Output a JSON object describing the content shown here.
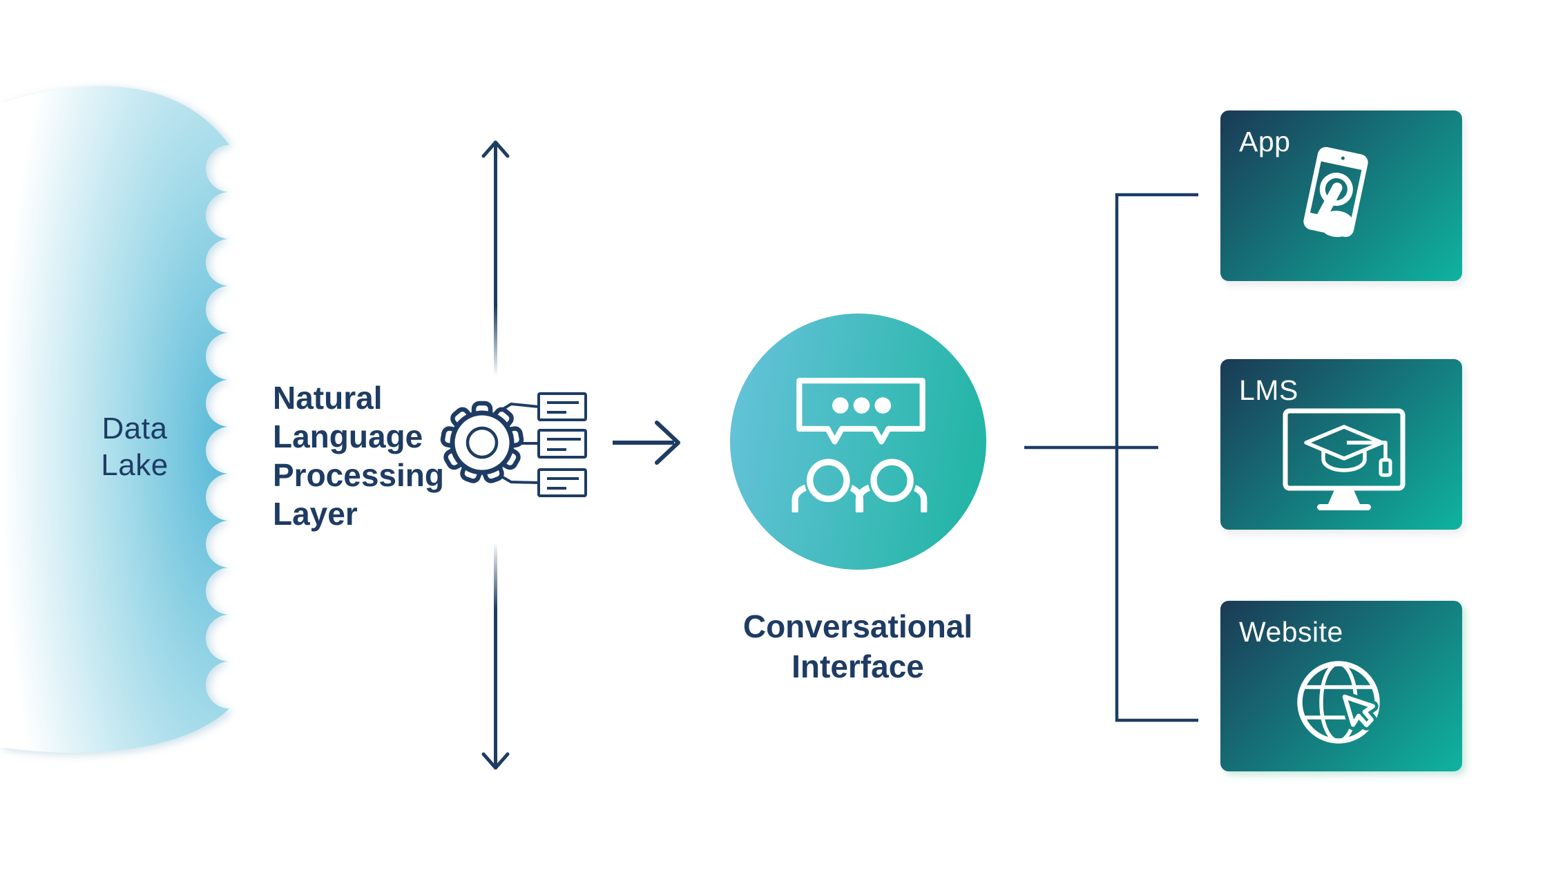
{
  "diagram_title": "",
  "data_lake": {
    "label": "Data\nLake"
  },
  "nlp": {
    "label": "Natural\nLanguage\nProcessing\nLayer",
    "icon": "gear-documents-icon"
  },
  "conversational": {
    "label": "Conversational\nInterface",
    "icon": "chat-people-icon"
  },
  "channels": [
    {
      "label": "App",
      "icon": "mobile-touch-icon"
    },
    {
      "label": "LMS",
      "icon": "monitor-graduation-cap-icon"
    },
    {
      "label": "Website",
      "icon": "globe-cursor-icon"
    }
  ],
  "connectors": {
    "up_arrow": "vertical-arrow-up",
    "down_arrow": "vertical-arrow-down",
    "flow_arrow": "arrow-right-to-conversational-interface",
    "bracket": "bracket-to-channel-cards"
  },
  "colors": {
    "navy": "#1e3c63",
    "lake_deep": "#57b9d7",
    "lake_light": "#a7dcea",
    "circle_a": "#68c3db",
    "circle_b": "#1db4a1",
    "card_a": "#1b3a55",
    "card_b": "#0fb3a0",
    "white": "#ffffff"
  }
}
